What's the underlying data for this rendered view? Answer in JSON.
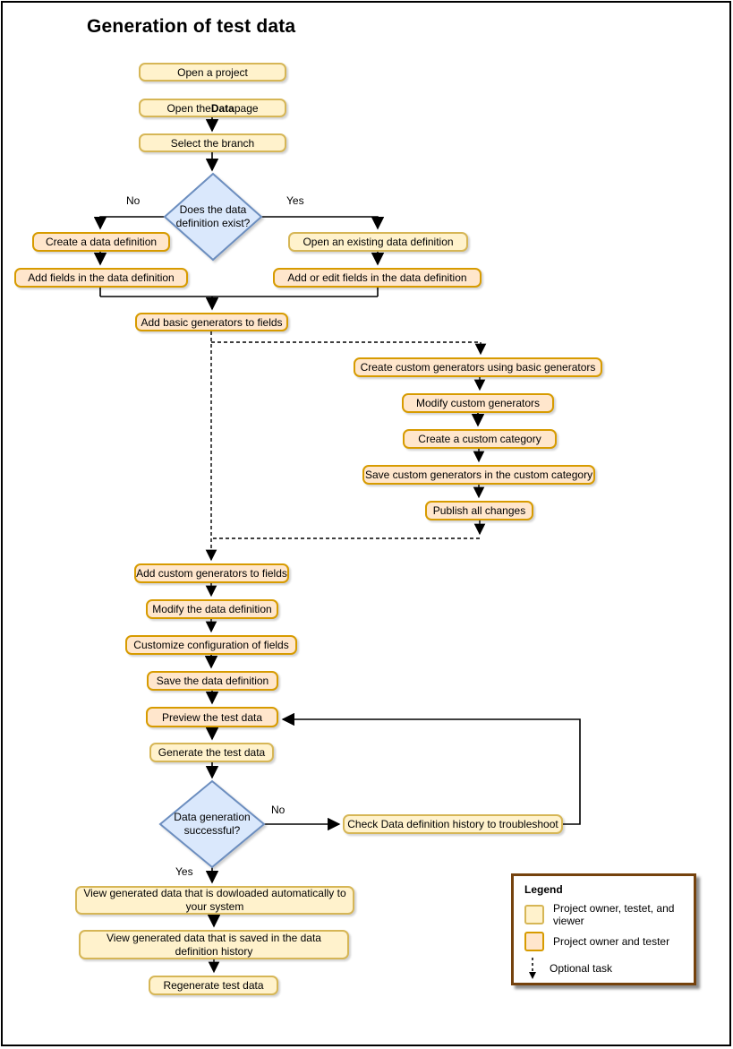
{
  "title": "Generation of test data",
  "nodes": {
    "open_project": {
      "label": "Open a project",
      "role": "yellow"
    },
    "open_data_page": {
      "prefix": "Open the ",
      "bold": "Data",
      "suffix": " page",
      "role": "yellow"
    },
    "select_branch": {
      "label": "Select the branch",
      "role": "yellow"
    },
    "decision_definition_exists": {
      "line1": "Does the data",
      "line2": "definition exist?",
      "role": "decision"
    },
    "create_data_definition": {
      "label": "Create a data definition",
      "role": "orange"
    },
    "add_fields": {
      "label": "Add fields in the data definition",
      "role": "orange"
    },
    "open_existing_definition": {
      "label": "Open an existing data definition",
      "role": "yellow"
    },
    "add_or_edit_fields": {
      "label": "Add or edit fields in the data definition",
      "role": "orange"
    },
    "add_basic_generators": {
      "label": "Add basic generators to fields",
      "role": "orange"
    },
    "create_custom_generators": {
      "label": "Create custom generators using basic generators",
      "role": "orange"
    },
    "modify_custom_generators": {
      "label": "Modify custom generators",
      "role": "orange"
    },
    "create_custom_category": {
      "label": "Create a custom category",
      "role": "orange"
    },
    "save_custom_generators": {
      "label": "Save custom generators in the custom category",
      "role": "orange"
    },
    "publish_all_changes": {
      "label": "Publish all changes",
      "role": "orange"
    },
    "add_custom_generators": {
      "label": "Add custom generators to fields",
      "role": "orange"
    },
    "modify_data_definition": {
      "label": "Modify the data definition",
      "role": "orange"
    },
    "customize_configuration": {
      "label": "Customize configuration of fields",
      "role": "orange"
    },
    "save_data_definition": {
      "label": "Save the data definition",
      "role": "orange"
    },
    "preview_test_data": {
      "label": "Preview the test data",
      "role": "orange"
    },
    "generate_test_data": {
      "label": "Generate the test data",
      "role": "yellow"
    },
    "decision_generation_successful": {
      "line1": "Data generation",
      "line2": "successful?",
      "role": "decision"
    },
    "check_history": {
      "label": "Check Data definition history to troubleshoot",
      "role": "yellow"
    },
    "view_downloaded": {
      "label": "View generated data that is dowloaded automatically to your system",
      "role": "yellow"
    },
    "view_saved_history": {
      "label": "View generated data that is saved in the data definition history",
      "role": "yellow"
    },
    "regenerate": {
      "label": "Regenerate test data",
      "role": "yellow"
    }
  },
  "edge_labels": {
    "decision1_no": "No",
    "decision1_yes": "Yes",
    "decision2_no": "No",
    "decision2_yes": "Yes"
  },
  "legend": {
    "title": "Legend",
    "items": [
      {
        "swatch": "yellow",
        "label": "Project owner, testet, and viewer"
      },
      {
        "swatch": "orange",
        "label": "Project owner and tester"
      },
      {
        "swatch": "dashed-arrow",
        "label": "Optional task"
      }
    ]
  },
  "colors": {
    "task_all_roles_fill": "#FFF2CC",
    "task_all_roles_stroke": "#D6B656",
    "task_owner_tester_fill": "#FFE6CC",
    "task_owner_tester_stroke": "#D79B00",
    "decision_fill": "#DAE8FC",
    "decision_stroke": "#6C8EBF",
    "legend_border": "#75420D",
    "connector": "#000000"
  }
}
